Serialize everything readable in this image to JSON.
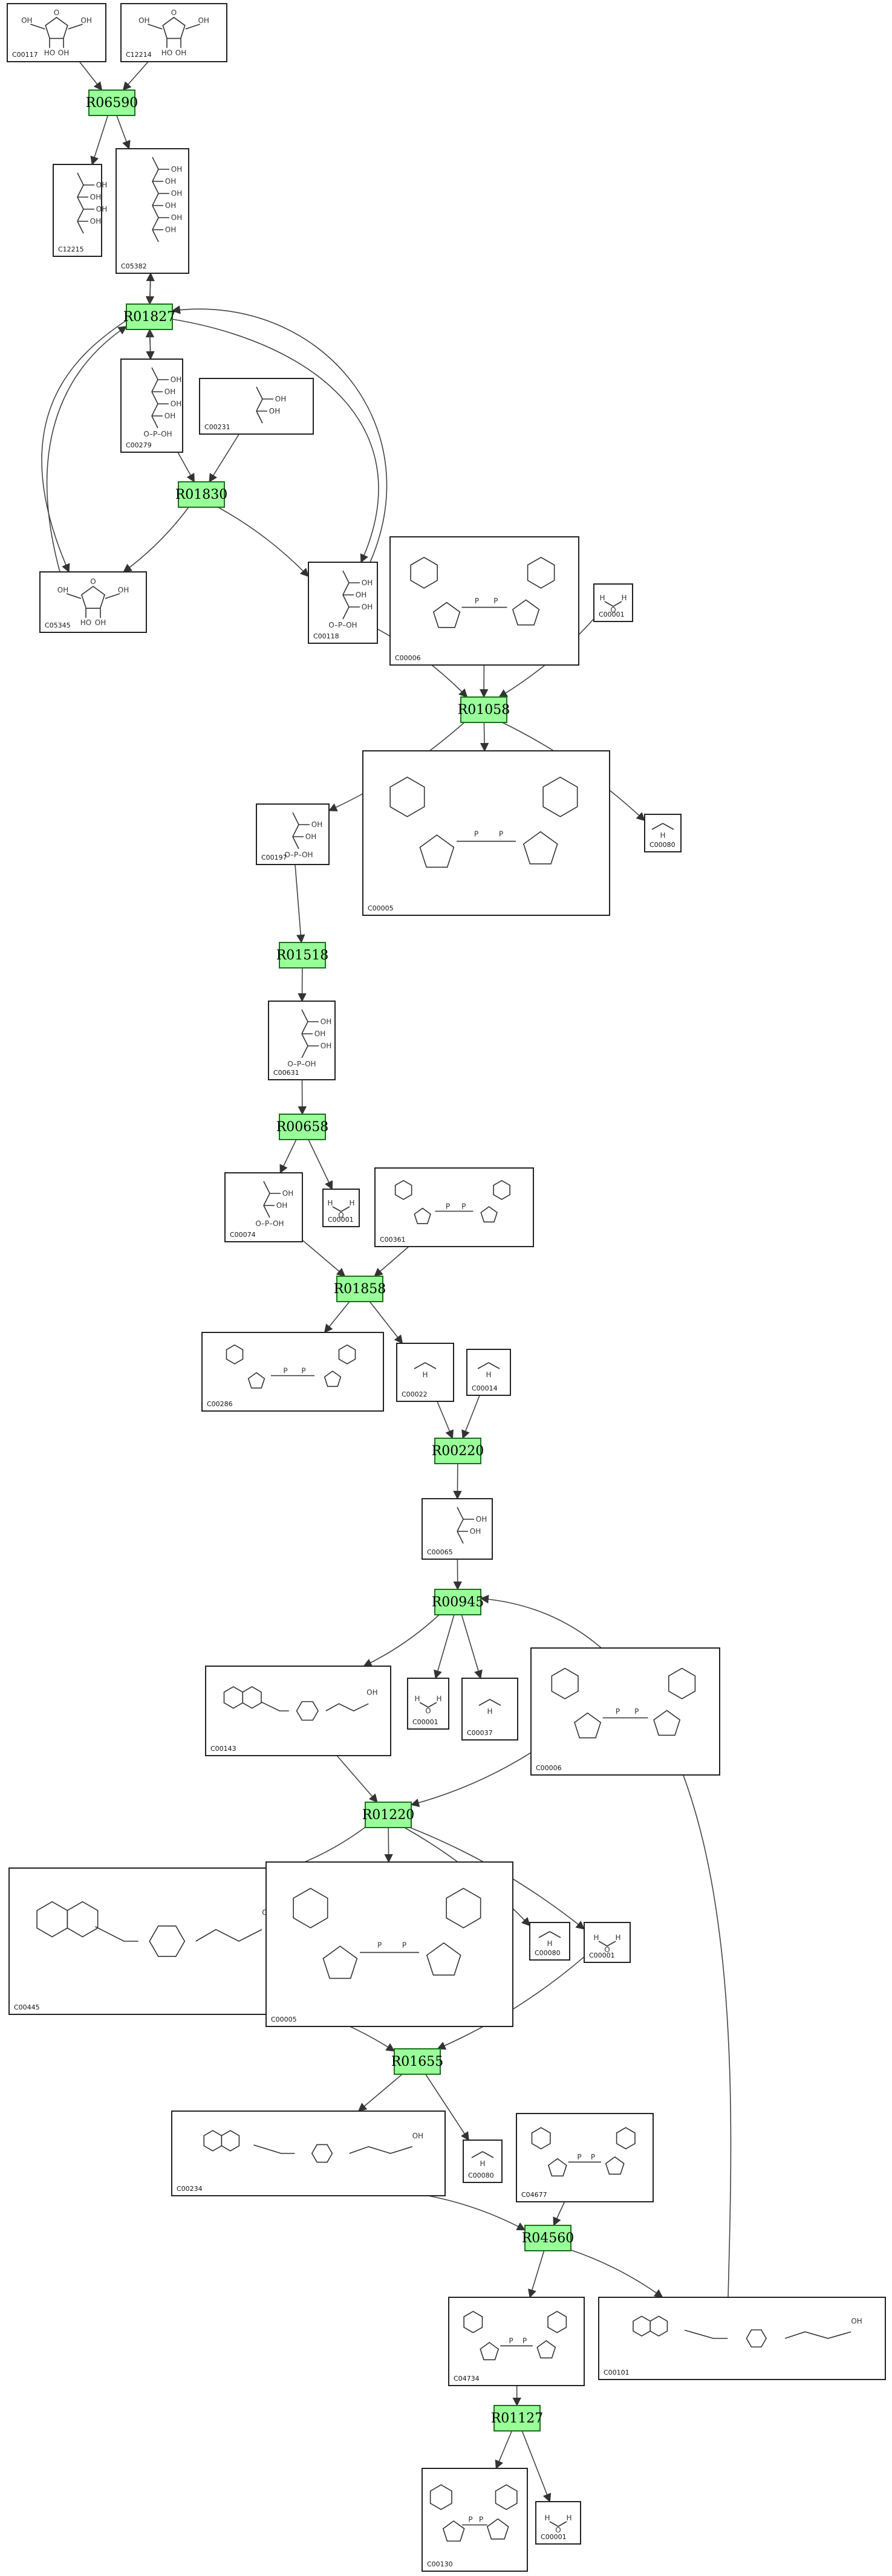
{
  "colors": {
    "reaction_fill": "#99ff99",
    "reaction_stroke": "#1a6f1a",
    "edge": "#444444",
    "box_stroke": "#222222"
  },
  "reactions": [
    {
      "id": "R06590"
    },
    {
      "id": "R01827"
    },
    {
      "id": "R01830"
    },
    {
      "id": "R01058"
    },
    {
      "id": "R01518"
    },
    {
      "id": "R00658"
    },
    {
      "id": "R01858"
    },
    {
      "id": "R00220"
    },
    {
      "id": "R00945"
    },
    {
      "id": "R01220"
    },
    {
      "id": "R01655"
    },
    {
      "id": "R04560"
    },
    {
      "id": "R01127"
    }
  ],
  "compounds": [
    {
      "id": "C00117"
    },
    {
      "id": "C12214"
    },
    {
      "id": "C12215"
    },
    {
      "id": "C05382"
    },
    {
      "id": "C00279"
    },
    {
      "id": "C00231"
    },
    {
      "id": "C05345"
    },
    {
      "id": "C00118"
    },
    {
      "id": "C00006"
    },
    {
      "id": "C00001"
    },
    {
      "id": "C00005"
    },
    {
      "id": "C00080"
    },
    {
      "id": "C00197"
    },
    {
      "id": "C00631"
    },
    {
      "id": "C00074"
    },
    {
      "id": "C00001"
    },
    {
      "id": "C00361"
    },
    {
      "id": "C00286"
    },
    {
      "id": "C00022"
    },
    {
      "id": "C00014"
    },
    {
      "id": "C00065"
    },
    {
      "id": "C00143"
    },
    {
      "id": "C00001"
    },
    {
      "id": "C00037"
    },
    {
      "id": "C00006"
    },
    {
      "id": "C00445"
    },
    {
      "id": "C00005"
    },
    {
      "id": "C00080"
    },
    {
      "id": "C00001"
    },
    {
      "id": "C00234"
    },
    {
      "id": "C00080"
    },
    {
      "id": "C04677"
    },
    {
      "id": "C04734"
    },
    {
      "id": "C00101"
    },
    {
      "id": "C00130"
    },
    {
      "id": "C00001"
    }
  ]
}
